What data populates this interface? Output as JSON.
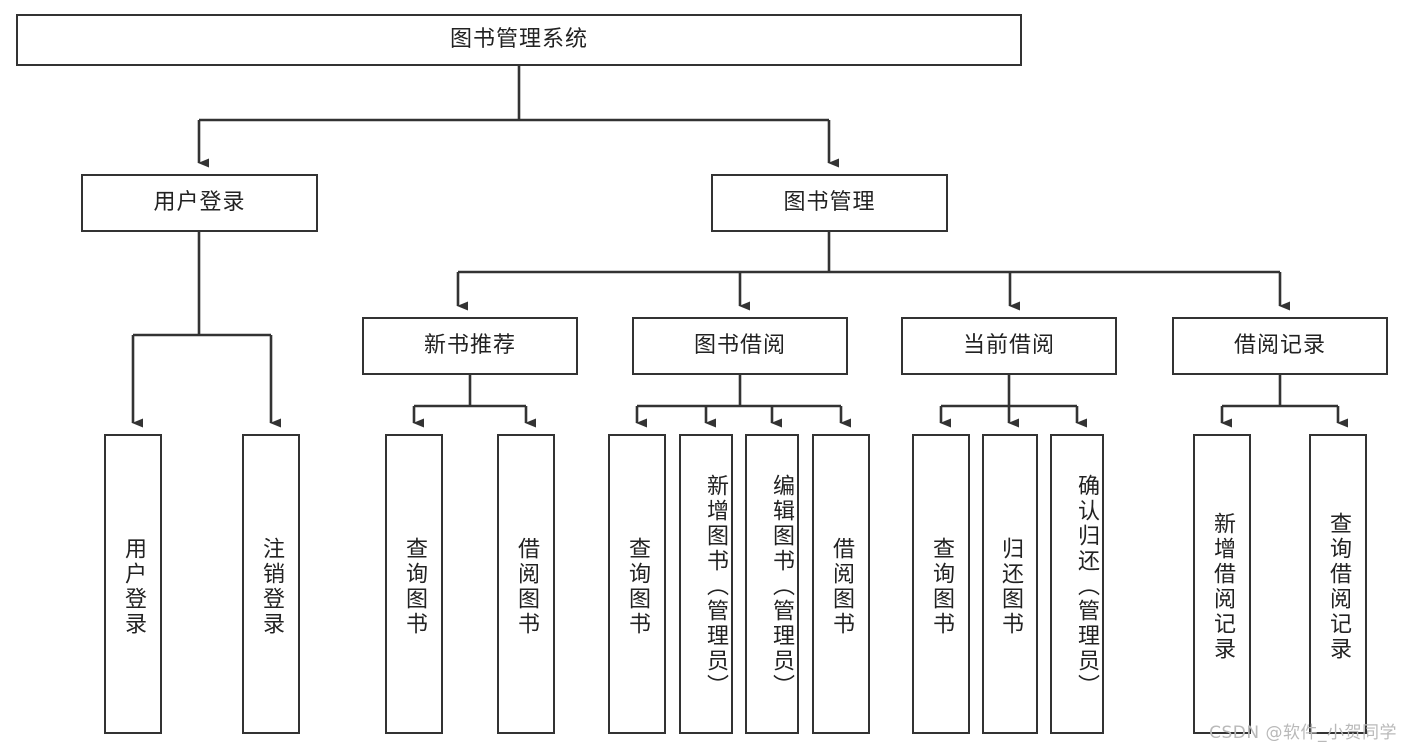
{
  "diagram": {
    "title": "图书管理系统",
    "watermark": "CSDN @软件_小贺同学",
    "type": "tree-hierarchy-diagram",
    "colors": {
      "box_border": "#333333",
      "box_fill": "#ffffff",
      "line": "#333333",
      "text": "#222222",
      "watermark": "#b9b9b9",
      "background": "#ffffff"
    },
    "root": {
      "label": "图书管理系统"
    },
    "level2": [
      {
        "label": "用户登录"
      },
      {
        "label": "图书管理"
      }
    ],
    "level3": [
      {
        "label": "新书推荐"
      },
      {
        "label": "图书借阅"
      },
      {
        "label": "当前借阅"
      },
      {
        "label": "借阅记录"
      }
    ],
    "leaves": {
      "user_login": [
        {
          "label": "用户登录"
        },
        {
          "label": "注销登录"
        }
      ],
      "new_book_recommend": [
        {
          "label": "查询图书"
        },
        {
          "label": "借阅图书"
        }
      ],
      "book_borrow": [
        {
          "label": "查询图书"
        },
        {
          "label": "新增图书（管理员）"
        },
        {
          "label": "编辑图书（管理员）"
        },
        {
          "label": "借阅图书"
        }
      ],
      "current_borrow": [
        {
          "label": "查询图书"
        },
        {
          "label": "归还图书"
        },
        {
          "label": "确认归还（管理员）"
        }
      ],
      "borrow_record": [
        {
          "label": "新增借阅记录"
        },
        {
          "label": "查询借阅记录"
        }
      ]
    }
  }
}
